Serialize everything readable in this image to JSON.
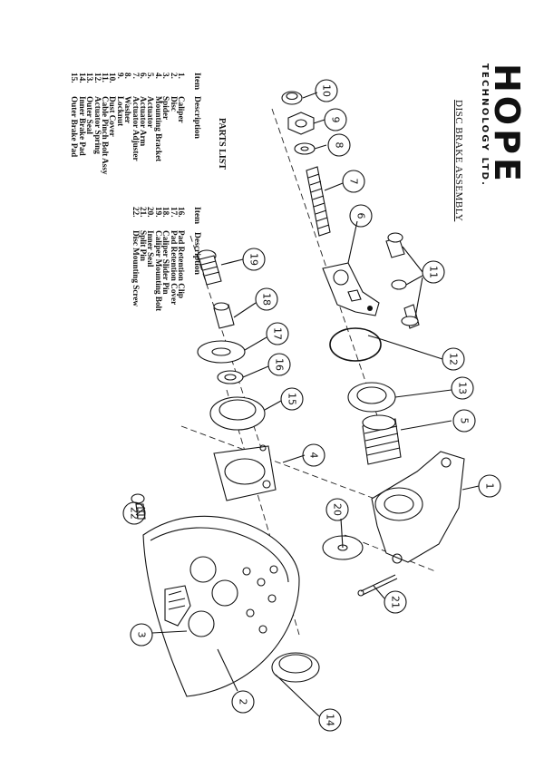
{
  "brand": {
    "name": "HOPE",
    "subtitle": "TECHNOLOGY LTD."
  },
  "document_title": "DISC BRAKE ASSEMBLY",
  "parts_list": {
    "title": "PARTS LIST",
    "item_header": "Item",
    "description_header": "Description",
    "left_column": [
      {
        "item": "1.",
        "description": "Caliper"
      },
      {
        "item": "2.",
        "description": "Disc"
      },
      {
        "item": "3.",
        "description": "Spider"
      },
      {
        "item": "4.",
        "description": "Mounting Bracket"
      },
      {
        "item": "5.",
        "description": "Actuator"
      },
      {
        "item": "6.",
        "description": "Actuator Arm"
      },
      {
        "item": "7.",
        "description": "Actuator Adjuster"
      },
      {
        "item": "8.",
        "description": "Washer"
      },
      {
        "item": "9.",
        "description": "Locknut"
      },
      {
        "item": "10.",
        "description": "Dust Cover"
      },
      {
        "item": "11.",
        "description": "Cable Pinch Bolt Assy"
      },
      {
        "item": "12.",
        "description": "Actuator Spring"
      },
      {
        "item": "13.",
        "description": "Outer Seal"
      },
      {
        "item": "14.",
        "description": "Inner Brake Pad"
      },
      {
        "item": "15.",
        "description": "Outer Brake Pad"
      }
    ],
    "right_column": [
      {
        "item": "16.",
        "description": "Pad Retention Clip"
      },
      {
        "item": "17.",
        "description": "Pad Retention Cover"
      },
      {
        "item": "18.",
        "description": "Caliper Slider Pin"
      },
      {
        "item": "19.",
        "description": "Caliper Mounting Bolt"
      },
      {
        "item": "20.",
        "description": "Inner Seal"
      },
      {
        "item": "21.",
        "description": "Split Pin"
      },
      {
        "item": "22.",
        "description": "Disc Mounting Screw"
      }
    ]
  },
  "callouts": [
    "1",
    "2",
    "3",
    "4",
    "5",
    "6",
    "7",
    "8",
    "9",
    "10",
    "11",
    "12",
    "13",
    "14",
    "15",
    "16",
    "17",
    "18",
    "19",
    "20",
    "21",
    "22"
  ]
}
